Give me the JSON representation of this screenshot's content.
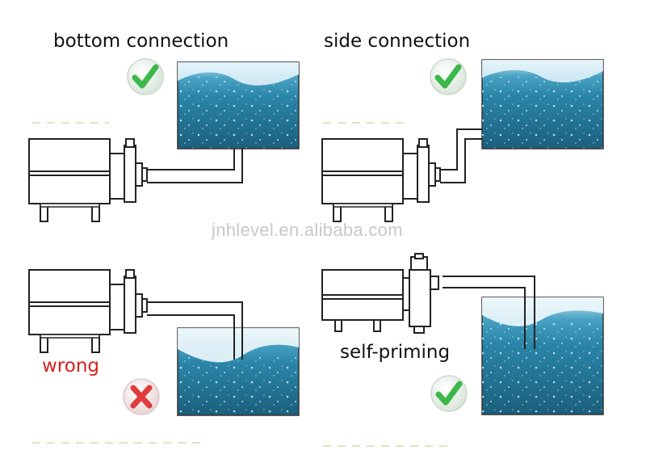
{
  "panels": {
    "top_left": {
      "caption": "bottom connection",
      "status": "correct",
      "status_icon": "check-circle-icon"
    },
    "top_right": {
      "caption": "side connection",
      "status": "correct",
      "status_icon": "check-circle-icon"
    },
    "bottom_left": {
      "caption": "wrong",
      "status": "incorrect",
      "status_icon": "cross-circle-icon"
    },
    "bottom_right": {
      "caption": "self-priming",
      "status": "correct",
      "status_icon": "check-circle-icon"
    }
  },
  "watermark": "jnhlevel.en.alibaba.com",
  "colors": {
    "check": "#3cb84a",
    "cross": "#e23b3b",
    "wrong_text": "#d42020",
    "water_deep": "#1f6f8f",
    "water_light": "#8fd0e6"
  }
}
